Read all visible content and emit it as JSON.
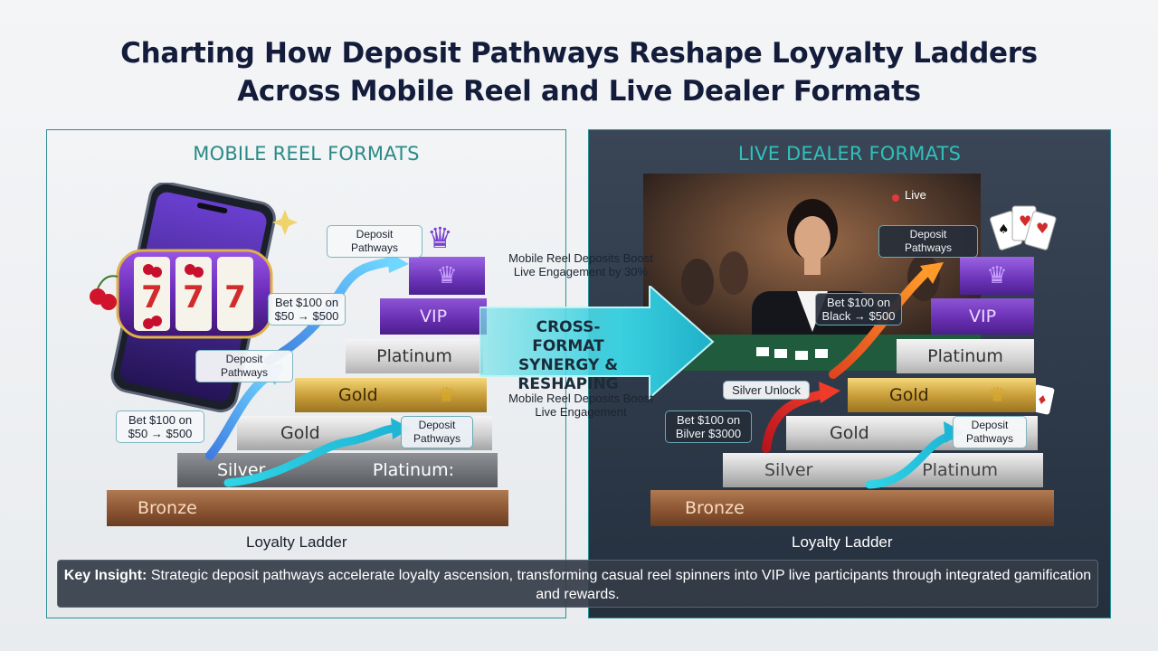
{
  "title_line1": "Charting How Deposit Pathways Reshape Loyyalty Ladders",
  "title_line2": "Across Mobile Reel and Live Dealer Formats",
  "left": {
    "heading": "MOBILE REEL FORMATS",
    "steps": {
      "bronze": "Bronze",
      "silver": "Silver",
      "platinum": "Platinum:",
      "gold_mid": "Gold",
      "gold": "Gold",
      "platinum_top": "Platinum",
      "vip": "VIP"
    },
    "tags": {
      "deposit_top": "Deposit Pathways",
      "deposit_mid": "Deposit Pathways",
      "deposit_low": "Deposit Pathways",
      "bet_top": "Bet $100 on $50 → $500",
      "bet_low": "Bet $100 on $50 → $500"
    },
    "ladder_label": "Loyalty Ladder",
    "reel_symbols": [
      "7",
      "7",
      "7"
    ]
  },
  "right": {
    "heading": "LIVE DEALER FORMATS",
    "live_badge": "Live",
    "steps": {
      "bronze": "Bronze",
      "silver": "Silver",
      "platinum": "Platinum",
      "gold_mid": "Gold",
      "gold": "Gold",
      "platinum_top": "Platinum",
      "vip": "VIP"
    },
    "tags": {
      "deposit_top": "Deposit Pathways",
      "deposit_low": "Deposit Pathways",
      "bet_top": "Bet $100 on Black → $500",
      "silver_unlock": "Silver Unlock",
      "bet_low": "Bet $100 on Bilver $3000"
    },
    "ladder_label": "Loyalty Ladder"
  },
  "center": {
    "top_text": "Mobile Reel Deposits Boost Live Engagement by 30%",
    "synergy": "CROSS-FORMAT SYNERGY & RESHAPING",
    "bottom_text": "Mobile Reel Deposits Boost Live Engagement"
  },
  "insight": {
    "label": "Key Insight:",
    "text": "Strategic deposit pathways accelerate loyalty ascension, transforming casual reel spinners into VIP live participants through integrated gamification and rewards."
  },
  "colors": {
    "teal": "#2b8a87",
    "navy": "#131c3a",
    "vip": "#6a31b4",
    "gold": "#caa03a",
    "bronze": "#8c5533"
  }
}
